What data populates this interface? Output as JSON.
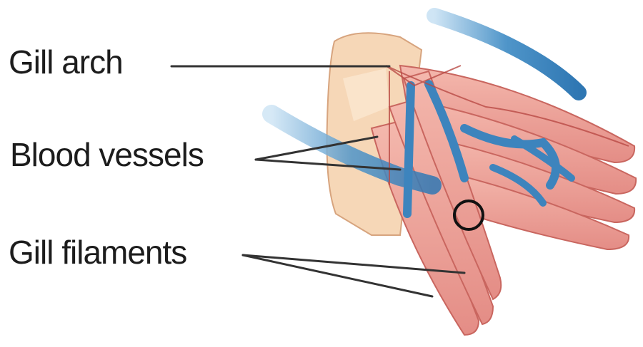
{
  "labels": {
    "gill_arch": "Gill arch",
    "blood_vessels": "Blood vessels",
    "gill_filaments": "Gill filaments"
  },
  "colors": {
    "arch_fill": "#f6d7b7",
    "filament_fill": "#eda39a",
    "filament_stroke": "#c9665f",
    "vessel_blue": "#4f95c9",
    "leader_line": "#333333",
    "text": "#1c1c1c"
  }
}
